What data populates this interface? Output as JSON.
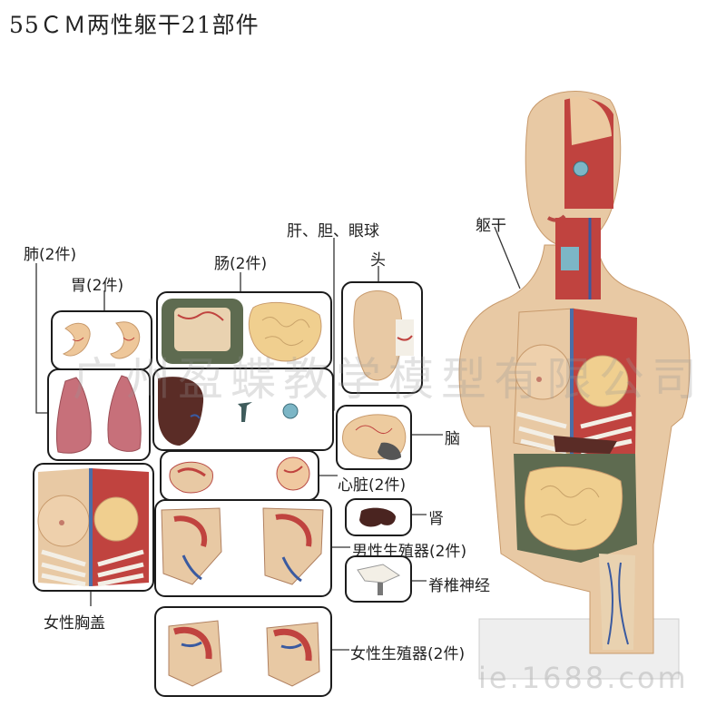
{
  "title": "55ＣＭ两性躯干21部件",
  "labels": {
    "lung": "肺(2件)",
    "stomach": "胃(2件)",
    "intestine": "肠(2件)",
    "liver": "肝、胆、眼球",
    "head": "头",
    "torso": "躯干",
    "brain": "脑",
    "heart": "心脏(2件)",
    "kidney": "肾",
    "male": "男性生殖器(2件)",
    "spine": "脊椎神经",
    "female_chest": "女性胸盖",
    "female": "女性生殖器(2件)"
  },
  "watermark": "广州盈蝶教学模型有限公司",
  "site": "ie.1688.com",
  "colors": {
    "skin": "#e8c9a4",
    "muscle": "#c0433f",
    "bone": "#f3efe6",
    "lung": "#c7707a",
    "intestine": "#f0cf8f",
    "liver": "#5a2c26",
    "border": "#1c1c1c"
  }
}
